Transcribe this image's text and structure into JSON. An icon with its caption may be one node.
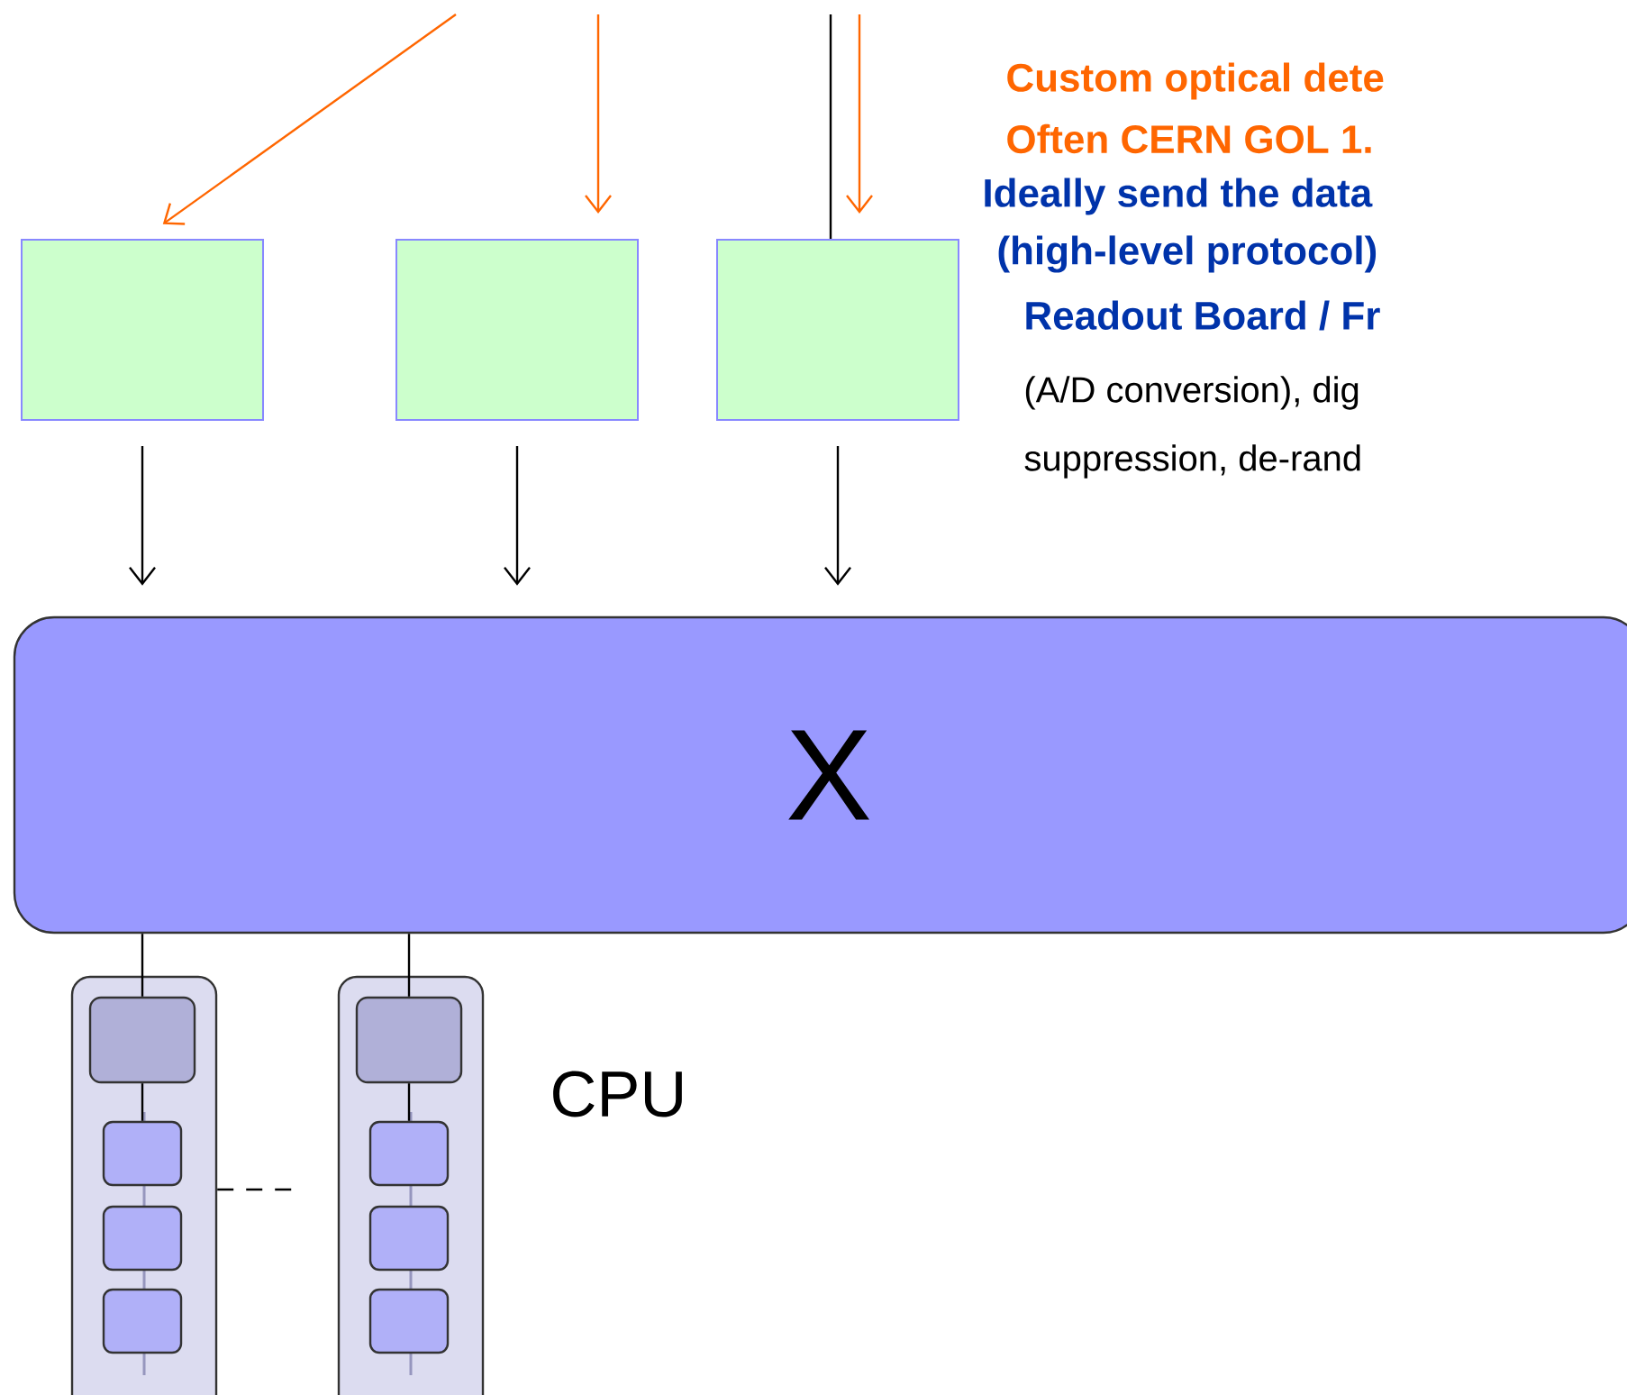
{
  "diagram": {
    "nodes": [
      {
        "text": [],
        "shape": "box"
      },
      {
        "text": [],
        "shape": "box"
      },
      {
        "text": [],
        "shape": "box"
      },
      {
        "text": [
          "X"
        ]
      },
      {
        "text": [],
        "shape": "box"
      },
      {
        "text": [],
        "shape": "box",
        "in": 4
      },
      {
        "text": [],
        "shape": "box",
        "in": 4
      },
      {
        "text": [],
        "shape": "box",
        "in": 4
      },
      {
        "text": [],
        "shape": "box",
        "in": 4
      },
      {
        "text": [],
        "shape": "box"
      },
      {
        "text": [],
        "shape": "box",
        "in": 9
      },
      {
        "text": [],
        "shape": "box",
        "in": 9
      },
      {
        "text": [],
        "shape": "box",
        "in": 9
      },
      {
        "text": [],
        "shape": "box",
        "in": 9
      }
    ],
    "edges": [
      {
        "from": null,
        "to": 0,
        "arrow": "to",
        "color": "#ff6600"
      },
      {
        "from": null,
        "to": 1,
        "arrow": "to",
        "color": "#ff6600"
      },
      {
        "from": null,
        "to": 2,
        "arrow": "to",
        "color": "#ff6600"
      },
      {
        "from": null,
        "to": 2,
        "arrow": "none"
      },
      {
        "from": 0,
        "to": 3,
        "arrow": "to"
      },
      {
        "from": 1,
        "to": 3,
        "arrow": "to"
      },
      {
        "from": 2,
        "to": 3,
        "arrow": "to"
      },
      {
        "from": 3,
        "to": 5,
        "arrow": "none"
      },
      {
        "from": 3,
        "to": 10,
        "arrow": "none"
      },
      {
        "from": 5,
        "to": 6,
        "arrow": "none"
      },
      {
        "from": 10,
        "to": 11,
        "arrow": "none"
      },
      {
        "from": 4,
        "to": 9,
        "arrow": "none",
        "style": "dashed"
      }
    ],
    "labels": [
      "Custom optical dete",
      "Often CERN GOL 1.",
      "Ideally send the data",
      "(high-level protocol)",
      "Readout Board / Fr",
      "(A/D conversion), dig",
      "suppression, de-rand",
      "CPU"
    ]
  }
}
